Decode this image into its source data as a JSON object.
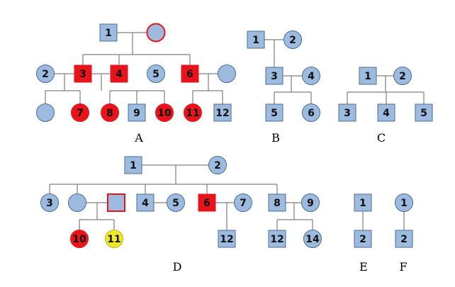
{
  "colors": {
    "normal": "#9dbbde",
    "affected": "#e8141c",
    "carrier": "#eeea2a",
    "border": "#4b6c97",
    "line": "#7f7f7f",
    "hollow_border": "#e8141c"
  },
  "pedigrees": [
    {
      "label": "A",
      "individuals": [
        {
          "id": "A1",
          "sex": "male",
          "num": "1",
          "status": "normal"
        },
        {
          "id": "A2",
          "sex": "female",
          "num": "",
          "status": "normal_redborder"
        },
        {
          "id": "A3",
          "sex": "female",
          "num": "2",
          "status": "normal"
        },
        {
          "id": "A4",
          "sex": "male",
          "num": "3",
          "status": "affected"
        },
        {
          "id": "A5",
          "sex": "male",
          "num": "4",
          "status": "affected"
        },
        {
          "id": "A6",
          "sex": "female",
          "num": "5",
          "status": "normal"
        },
        {
          "id": "A7",
          "sex": "male",
          "num": "6",
          "status": "affected"
        },
        {
          "id": "A8",
          "sex": "female",
          "num": "",
          "status": "normal"
        },
        {
          "id": "A9",
          "sex": "female",
          "num": "",
          "status": "normal"
        },
        {
          "id": "A10",
          "sex": "female",
          "num": "7",
          "status": "affected"
        },
        {
          "id": "A11",
          "sex": "female",
          "num": "8",
          "status": "affected"
        },
        {
          "id": "A12",
          "sex": "male",
          "num": "9",
          "status": "normal"
        },
        {
          "id": "A13",
          "sex": "female",
          "num": "10",
          "status": "affected"
        },
        {
          "id": "A14",
          "sex": "female",
          "num": "11",
          "status": "affected"
        },
        {
          "id": "A15",
          "sex": "male",
          "num": "12",
          "status": "normal"
        }
      ]
    },
    {
      "label": "B",
      "individuals": [
        {
          "id": "B1",
          "sex": "male",
          "num": "1",
          "status": "normal"
        },
        {
          "id": "B2",
          "sex": "female",
          "num": "2",
          "status": "normal"
        },
        {
          "id": "B3",
          "sex": "male",
          "num": "3",
          "status": "normal"
        },
        {
          "id": "B4",
          "sex": "female",
          "num": "4",
          "status": "normal"
        },
        {
          "id": "B5",
          "sex": "male",
          "num": "5",
          "status": "normal"
        },
        {
          "id": "B6",
          "sex": "female",
          "num": "6",
          "status": "normal"
        }
      ]
    },
    {
      "label": "C",
      "individuals": [
        {
          "id": "C1",
          "sex": "male",
          "num": "1",
          "status": "normal"
        },
        {
          "id": "C2",
          "sex": "female",
          "num": "2",
          "status": "normal"
        },
        {
          "id": "C3",
          "sex": "male",
          "num": "3",
          "status": "normal"
        },
        {
          "id": "C4",
          "sex": "male",
          "num": "4",
          "status": "normal"
        },
        {
          "id": "C5",
          "sex": "male",
          "num": "5",
          "status": "normal"
        }
      ]
    },
    {
      "label": "D",
      "individuals": [
        {
          "id": "D1",
          "sex": "male",
          "num": "1",
          "status": "normal"
        },
        {
          "id": "D2",
          "sex": "female",
          "num": "2",
          "status": "normal"
        },
        {
          "id": "D3",
          "sex": "female",
          "num": "3",
          "status": "normal"
        },
        {
          "id": "D4",
          "sex": "female",
          "num": "",
          "status": "normal"
        },
        {
          "id": "D5",
          "sex": "male",
          "num": "",
          "status": "normal_redborder"
        },
        {
          "id": "D6",
          "sex": "male",
          "num": "4",
          "status": "normal"
        },
        {
          "id": "D7",
          "sex": "female",
          "num": "5",
          "status": "normal"
        },
        {
          "id": "D8",
          "sex": "male",
          "num": "6",
          "status": "affected"
        },
        {
          "id": "D9",
          "sex": "female",
          "num": "7",
          "status": "normal"
        },
        {
          "id": "D10",
          "sex": "male",
          "num": "8",
          "status": "normal"
        },
        {
          "id": "D11",
          "sex": "female",
          "num": "9",
          "status": "normal"
        },
        {
          "id": "D12",
          "sex": "female",
          "num": "10",
          "status": "affected"
        },
        {
          "id": "D13",
          "sex": "female",
          "num": "11",
          "status": "carrier"
        },
        {
          "id": "D14",
          "sex": "male",
          "num": "12",
          "status": "normal"
        },
        {
          "id": "D15",
          "sex": "male",
          "num": "12",
          "status": "normal"
        },
        {
          "id": "D16",
          "sex": "female",
          "num": "14",
          "status": "normal"
        }
      ]
    },
    {
      "label": "E",
      "individuals": [
        {
          "id": "E1",
          "sex": "male",
          "num": "1",
          "status": "normal"
        },
        {
          "id": "E2",
          "sex": "male",
          "num": "2",
          "status": "normal"
        }
      ]
    },
    {
      "label": "F",
      "individuals": [
        {
          "id": "F1",
          "sex": "female",
          "num": "1",
          "status": "normal"
        },
        {
          "id": "F2",
          "sex": "male",
          "num": "2",
          "status": "normal"
        }
      ]
    }
  ]
}
